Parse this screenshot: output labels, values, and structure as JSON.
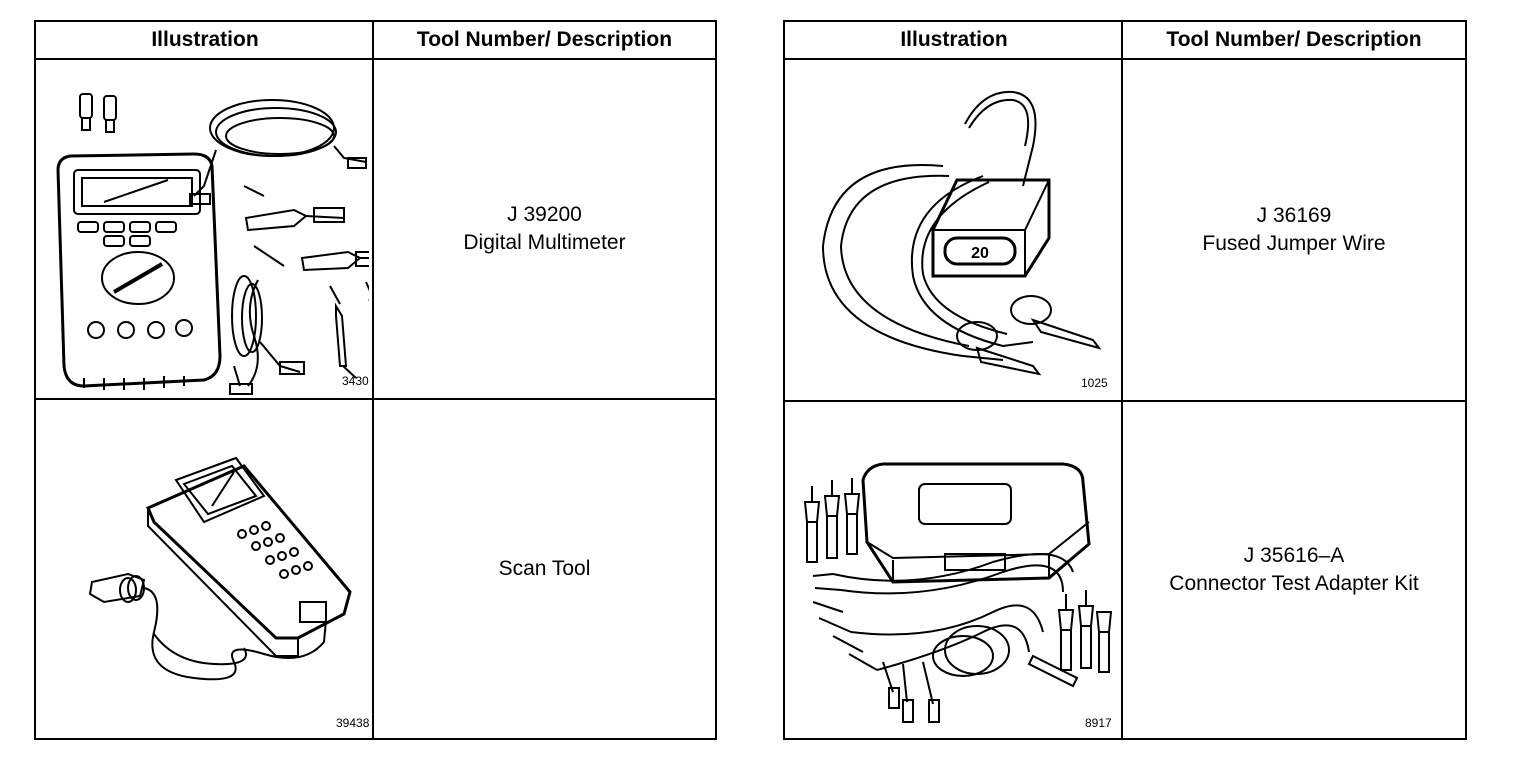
{
  "tables": [
    {
      "headers": {
        "illustration": "Illustration",
        "description": "Tool Number/ Description"
      },
      "rows": [
        {
          "figure_number": "3430",
          "tool_number": "J 39200",
          "description": "Digital Multimeter",
          "icon": "multimeter-kit"
        },
        {
          "figure_number": "39438",
          "tool_number": "",
          "description": "Scan Tool",
          "icon": "scan-tool"
        }
      ]
    },
    {
      "headers": {
        "illustration": "Illustration",
        "description": "Tool Number/ Description"
      },
      "rows": [
        {
          "figure_number": "1025",
          "tool_number": "J 36169",
          "description": "Fused Jumper Wire",
          "icon": "fused-jumper-wire"
        },
        {
          "figure_number": "8917",
          "tool_number": "J 35616–A",
          "description": "Connector Test Adapter Kit",
          "icon": "adapter-kit"
        }
      ]
    }
  ],
  "fuse_label": "20"
}
